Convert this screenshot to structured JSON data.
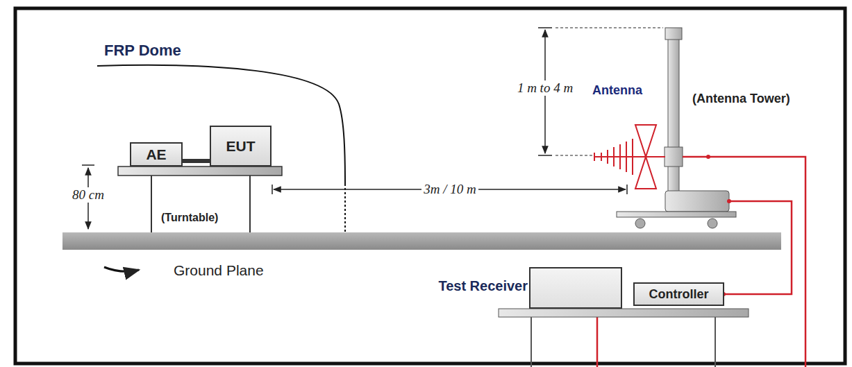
{
  "diagram": {
    "nodes": [
      {
        "text": [
          "AE"
        ]
      },
      {
        "text": [
          "EUT"
        ]
      },
      {
        "text": [
          "Test Receiver"
        ]
      },
      {
        "text": [
          "Controller"
        ]
      }
    ],
    "edges": [
      {
        "from": 0,
        "to": 1,
        "arrow": "none"
      }
    ],
    "labels": [
      "FRP Dome",
      "1 m to 4 m",
      "Antenna",
      "(Antenna Tower)",
      "80 cm",
      "(Turntable)",
      "3m / 10 m",
      "Ground Plane"
    ]
  }
}
